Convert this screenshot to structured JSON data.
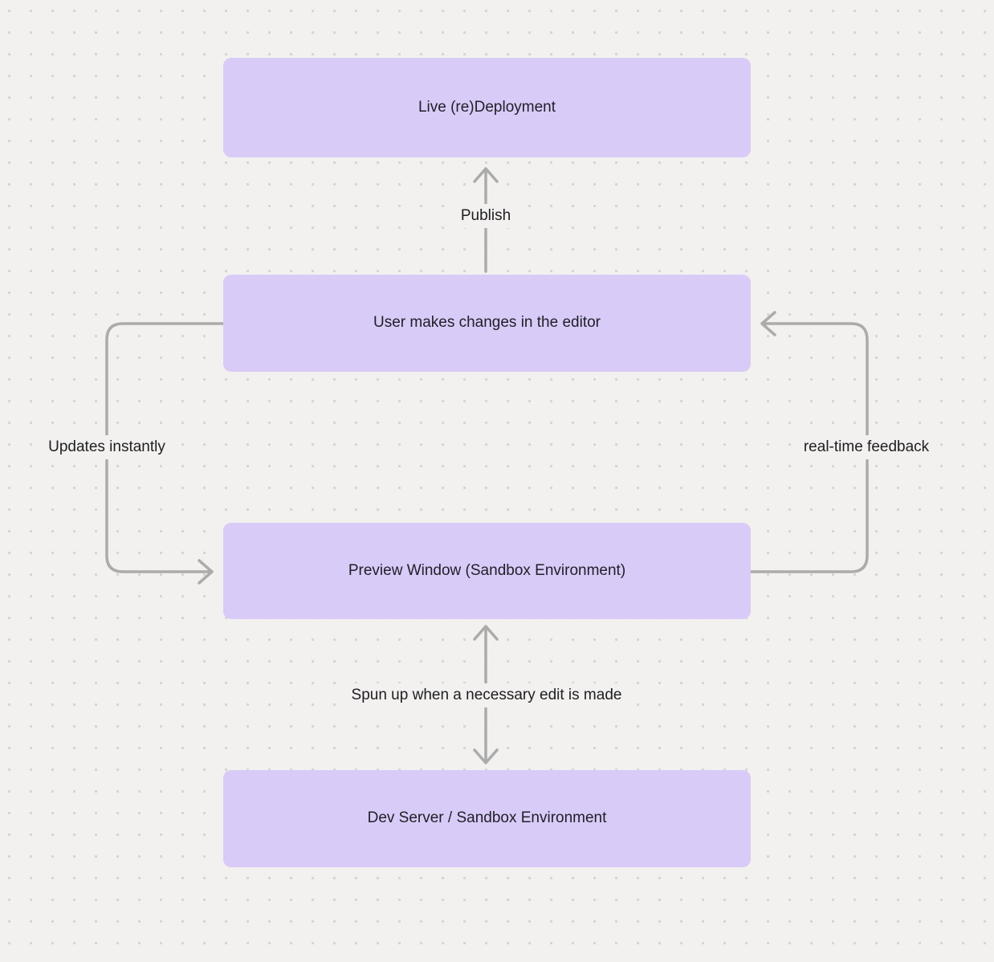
{
  "diagram": {
    "nodes": [
      {
        "id": "live-redeployment",
        "label": "Live (re)Deployment"
      },
      {
        "id": "user-changes",
        "label": "User makes changes in the editor"
      },
      {
        "id": "preview-window",
        "label": "Preview Window (Sandbox Environment)"
      },
      {
        "id": "dev-server",
        "label": "Dev Server / Sandbox Environment"
      }
    ],
    "edges": [
      {
        "from": "user-changes",
        "to": "live-redeployment",
        "label": "Publish",
        "style": "straight-up"
      },
      {
        "from": "user-changes",
        "to": "preview-window",
        "label": "Updates instantly",
        "style": "loop-left"
      },
      {
        "from": "preview-window",
        "to": "user-changes",
        "label": "real-time feedback",
        "style": "loop-right"
      },
      {
        "from": "dev-server",
        "to": "preview-window",
        "label": "Spun up when a necessary edit is made",
        "style": "double-headed-vertical"
      }
    ],
    "colors": {
      "background": "#f2f1ef",
      "grid_dot": "#d6d3d0",
      "node_fill": "#d9cbf7",
      "node_text": "#20202a",
      "arrow": "#ababab",
      "label_text": "#202024"
    }
  }
}
